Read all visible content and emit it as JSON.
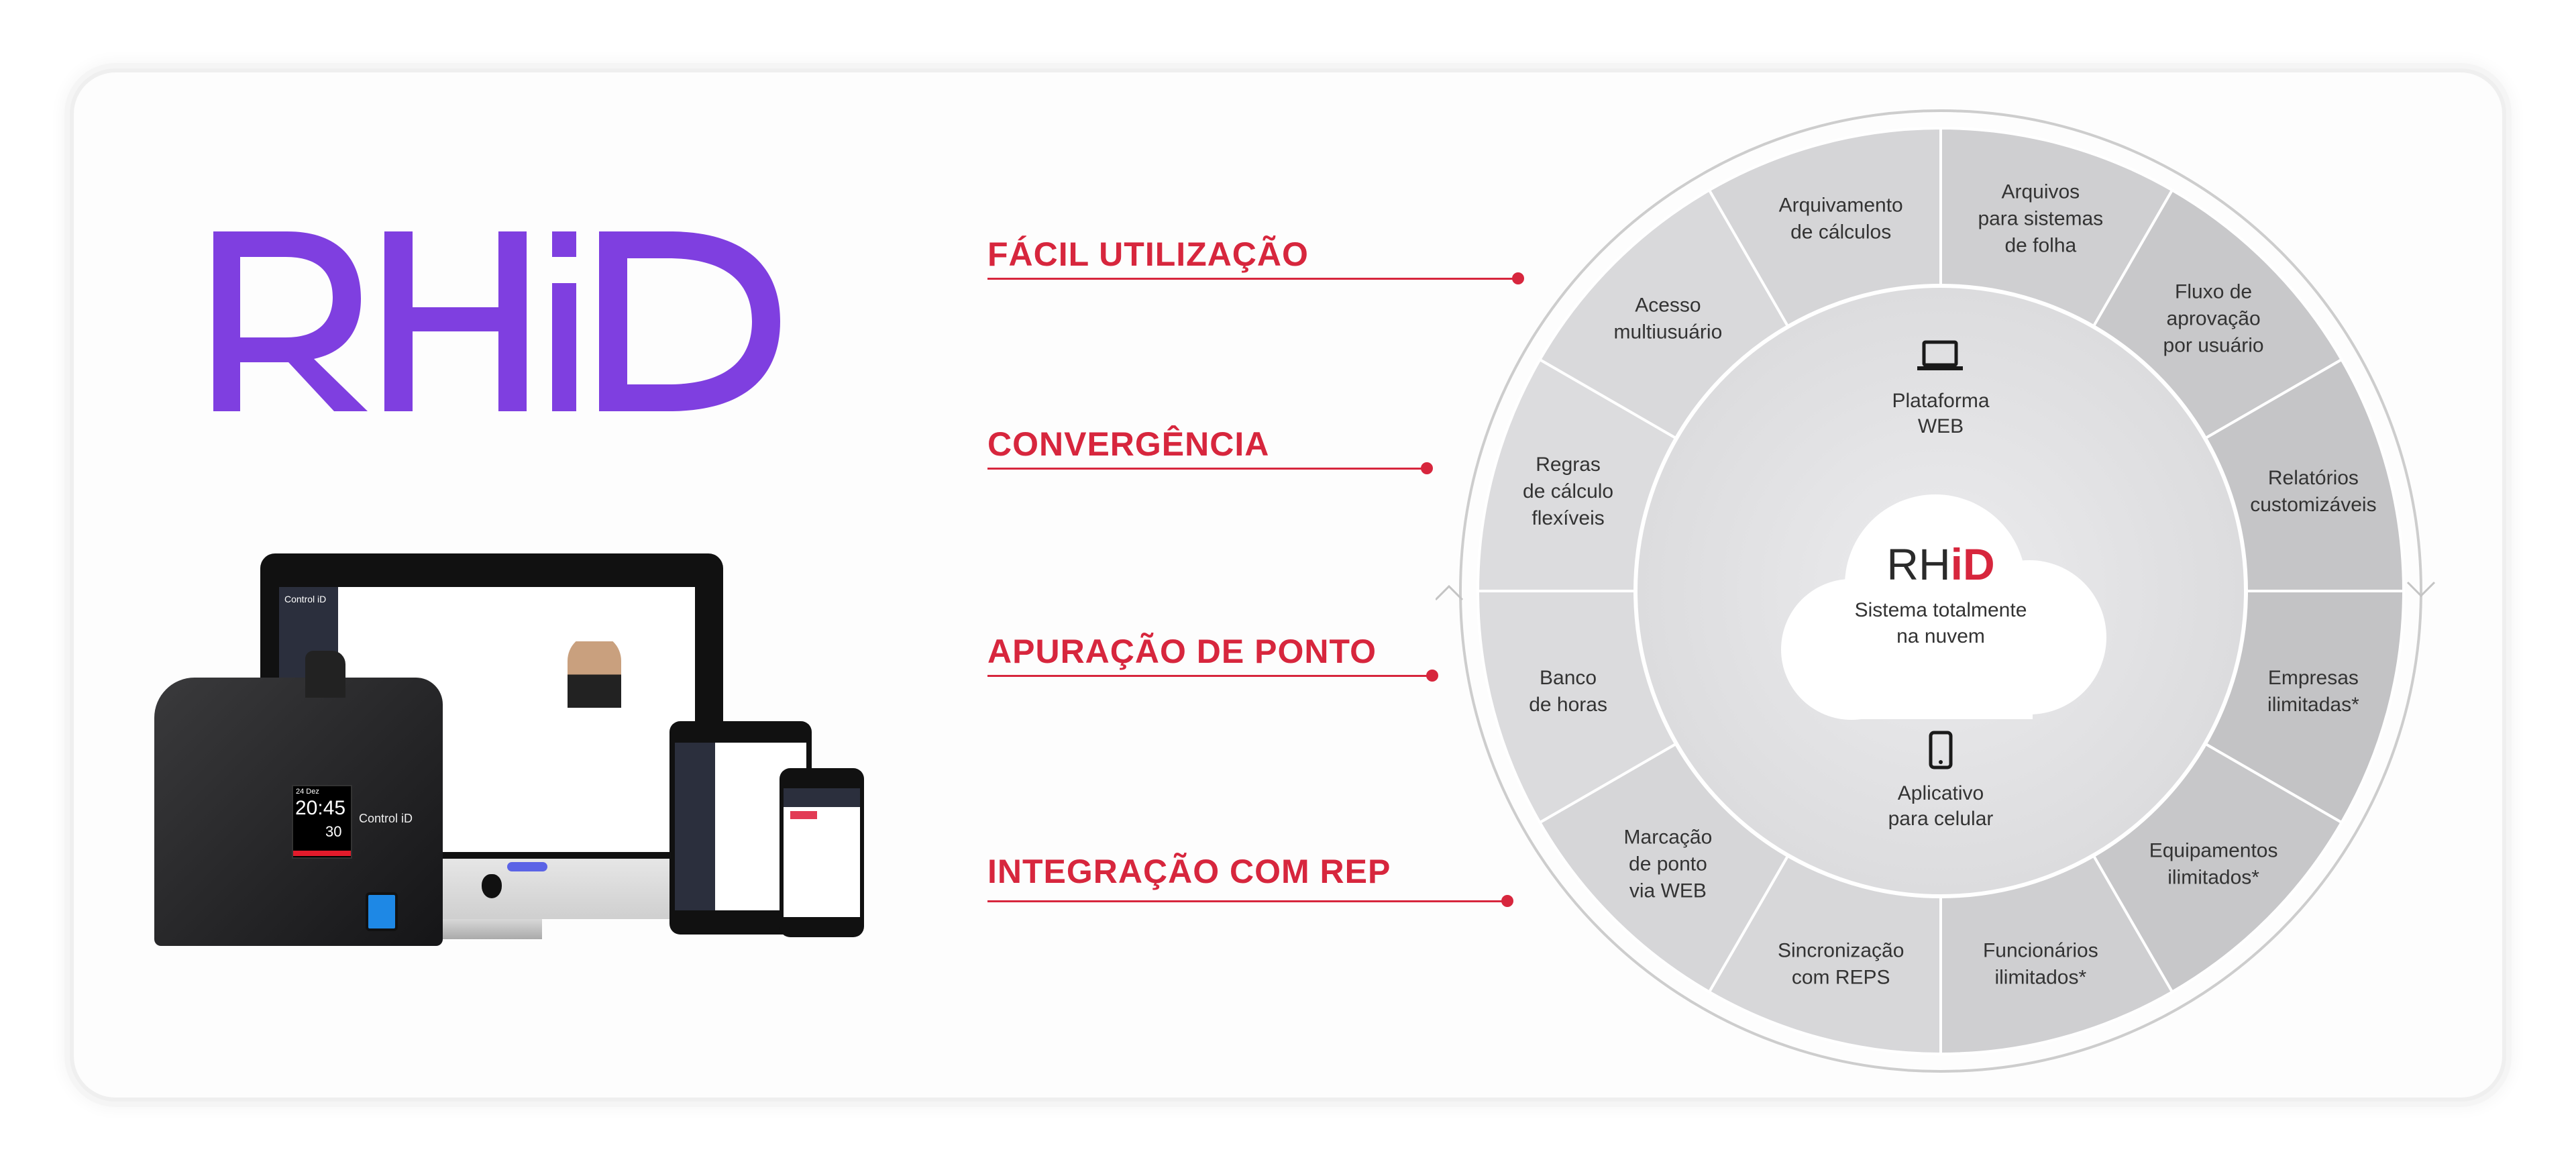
{
  "brand": {
    "logo_text": "RHiD",
    "logo_color": "#7f3fe0",
    "accent": "#d7263d"
  },
  "features": [
    {
      "label": "FÁCIL UTILIZAÇÃO"
    },
    {
      "label": "CONVERGÊNCIA"
    },
    {
      "label": "APURAÇÃO DE PONTO"
    },
    {
      "label": "INTEGRAÇÃO COM REP"
    }
  ],
  "wheel": {
    "center": {
      "logo_dark": "RH",
      "logo_red": "iD",
      "lines": [
        "Sistema totalmente",
        "na nuvem"
      ]
    },
    "web": {
      "icon": "laptop-icon",
      "lines": [
        "Plataforma",
        "WEB"
      ]
    },
    "mobile": {
      "icon": "smartphone-icon",
      "lines": [
        "Aplicativo",
        "para celular"
      ]
    },
    "segments": [
      {
        "lines": [
          "Arquivos",
          "para sistemas",
          "de folha"
        ],
        "color": "#cfcfd1"
      },
      {
        "lines": [
          "Fluxo de",
          "aprovação",
          "por usuário"
        ],
        "color": "#c8c8ca"
      },
      {
        "lines": [
          "Relatórios",
          "customizáveis"
        ],
        "color": "#c5c5c7"
      },
      {
        "lines": [
          "Empresas",
          "ilimitadas*"
        ],
        "color": "#c3c3c5"
      },
      {
        "lines": [
          "Equipamentos",
          "ilimitados*"
        ],
        "color": "#c7c7c9"
      },
      {
        "lines": [
          "Funcionários",
          "ilimitados*"
        ],
        "color": "#cfcfd1"
      },
      {
        "lines": [
          "Sincronização",
          "com REPS"
        ],
        "color": "#d7d7d9"
      },
      {
        "lines": [
          "Marcação",
          "de ponto",
          "via WEB"
        ],
        "color": "#d6d6d8"
      },
      {
        "lines": [
          "Banco",
          "de horas"
        ],
        "color": "#dbdbdd"
      },
      {
        "lines": [
          "Regras",
          "de cálculo",
          "flexíveis"
        ],
        "color": "#dcdcde"
      },
      {
        "lines": [
          "Acesso",
          "multiusuário"
        ],
        "color": "#d9d9db"
      },
      {
        "lines": [
          "Arquivamento",
          "de cálculos"
        ],
        "color": "#d5d5d7"
      }
    ]
  },
  "devices": {
    "brand": "Control iD",
    "clock_date": "24 Dez",
    "clock_time": "20:45",
    "clock_seconds": "30"
  }
}
